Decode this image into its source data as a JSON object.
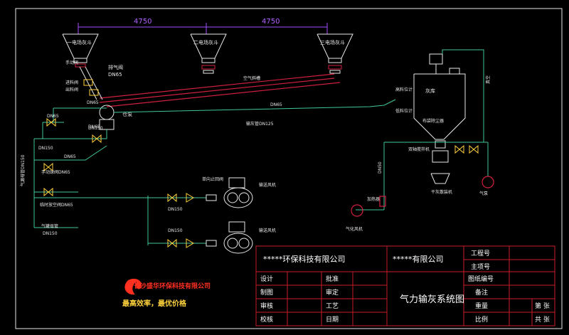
{
  "colors": {
    "background": "#000000",
    "pipe_green": "#40c8a0",
    "pipe_red": "#d02040",
    "frame_red": "#c81e28",
    "dimension_purple": "#a050ff",
    "equipment_white": "#e8e8e8",
    "logo_red": "#ff3020",
    "logo_yellow": "#ffd23c"
  },
  "dimensions": [
    "4750",
    "4750"
  ],
  "hoppers": [
    "一电场灰斗",
    "二电场灰斗",
    "三电场灰斗"
  ],
  "labels": {
    "exhaust_valve": "排气阀",
    "dn65_a": "DN65",
    "manual_gate": "手动阀",
    "inlet_valve": "进料阀",
    "outlet_valve": "出料阀",
    "dn65_b": "DN65",
    "pump": "仓泵",
    "air_chute": "空气斜槽",
    "dn65_c": "DN65",
    "dn65_d": "DN65",
    "dn150_a": "DN150",
    "dn65_e": "DN65",
    "dn150_b": "DN150",
    "dn65_f": "DN65",
    "manual_ball": "手动球阀DN65",
    "air_supply": "气源母管DN150",
    "gas_valve": "临时放空阀DN65",
    "conveying_pipe": "输灰管DN125",
    "air_tank": "气罐母管",
    "dn150_c": "DN150",
    "check_valve": "单向止回阀",
    "dn150_d": "DN150",
    "dn150_e": "DN150",
    "blower_1": "输送风机",
    "blower_2": "输送风机",
    "silo": "灰库",
    "high_level": "高料位计",
    "low_level": "低料位计",
    "dust_collector": "布袋除尘器",
    "unloader": "双轴搅拌机",
    "dry_unloader": "干灰散装机",
    "dn50": "DN50",
    "heater": "加热器",
    "fluid_blower": "气化风机",
    "vacuum": "真空",
    "vent": "气泵"
  },
  "logo": {
    "company": "长沙盛华环保科技有限公司",
    "slogan": "最高效率，最优价格"
  },
  "title_block": {
    "company_left": "*****环保科技有限公司",
    "company_right": "*****有限公司",
    "drawing_title": "气力输灰系统图",
    "rows_left": [
      "设计",
      "制图",
      "审核",
      "校核"
    ],
    "rows_mid": [
      "批准",
      "审定",
      "工艺",
      "日期"
    ],
    "rows_right": [
      "工程号",
      "主项号",
      "图纸编号",
      "备注",
      "重量",
      "比例"
    ],
    "sheet_of": "第 张",
    "sheet_total": "共 张"
  }
}
